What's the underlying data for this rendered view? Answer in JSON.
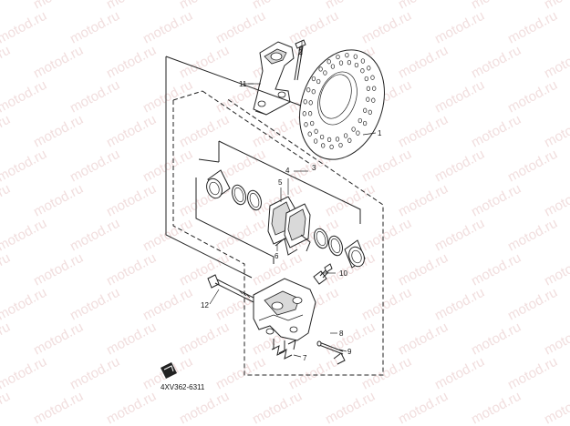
{
  "watermark": "motod.ru",
  "diagram_code": "4XV362-6311",
  "callouts": [
    "1",
    "2",
    "3",
    "4",
    "5",
    "6",
    "7",
    "8",
    "9",
    "10",
    "11",
    "12"
  ]
}
